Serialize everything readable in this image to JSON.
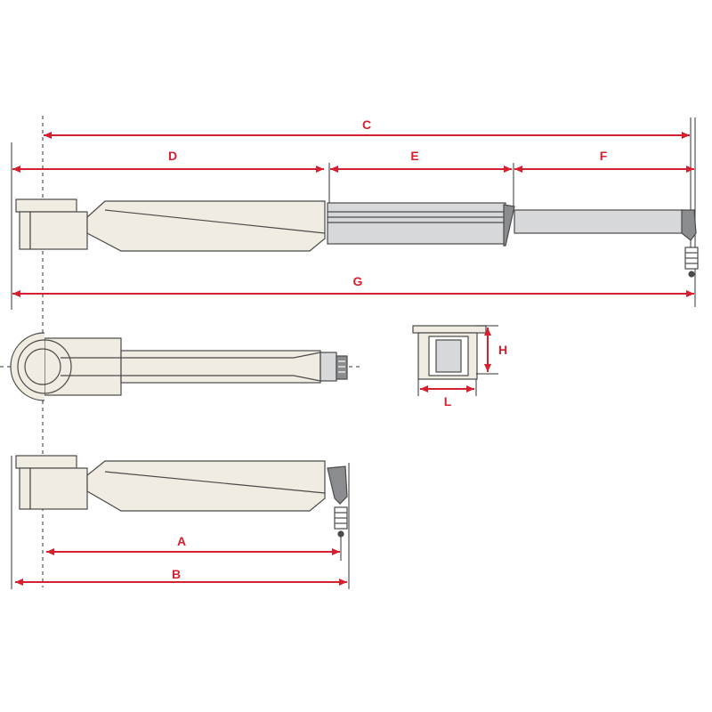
{
  "colors": {
    "dimension": "#d6202f",
    "outline": "#4a4a4a",
    "arm_fill": "#f1ece2",
    "tube_fill": "#d7d8da",
    "tip_fill": "#8a8c8f"
  },
  "dimensions": {
    "A": "A",
    "B": "B",
    "C": "C",
    "D": "D",
    "E": "E",
    "F": "F",
    "G": "G",
    "H": "H",
    "L": "L"
  }
}
